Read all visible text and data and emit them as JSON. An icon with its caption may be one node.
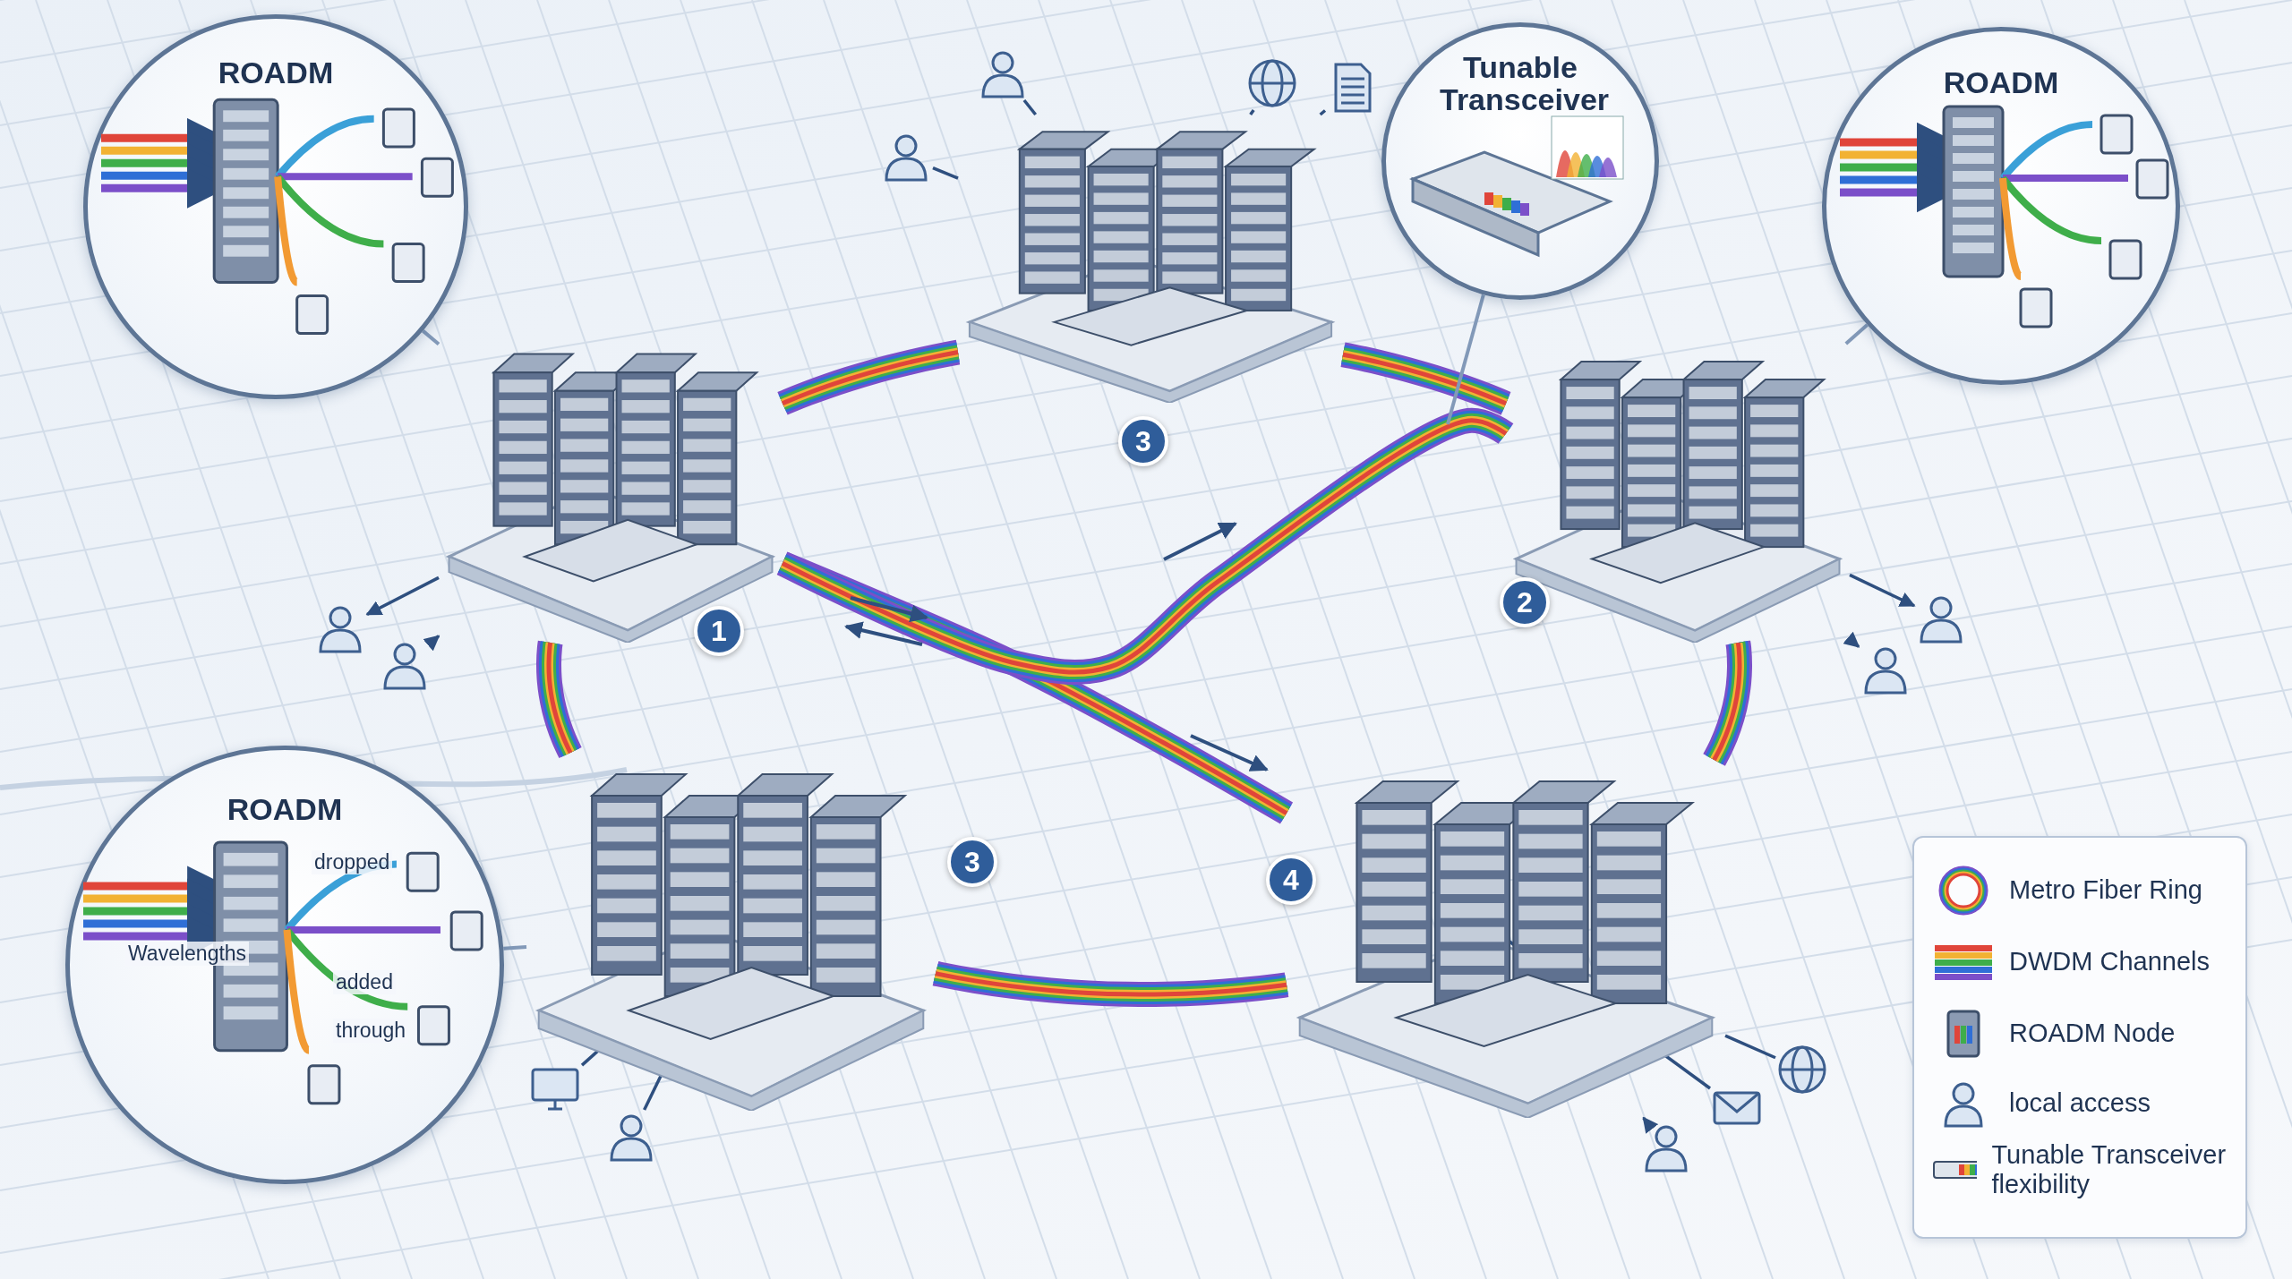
{
  "diagram": {
    "nodes": [
      {
        "text": [
          "ROADM"
        ]
      },
      {
        "text": [
          "Tunable Transceiver"
        ]
      },
      {
        "text": [
          "ROADM"
        ]
      },
      {
        "text": [
          "ROADM"
        ]
      },
      {
        "text": [],
        "shape": "picture"
      },
      {
        "text": [],
        "shape": "picture"
      },
      {
        "text": [],
        "shape": "picture"
      },
      {
        "text": [],
        "shape": "picture"
      },
      {
        "text": [],
        "shape": "picture"
      },
      {
        "text": [
          "3"
        ]
      },
      {
        "text": [
          "1"
        ]
      },
      {
        "text": [
          "2"
        ]
      },
      {
        "text": [
          "3"
        ]
      },
      {
        "text": [
          "4"
        ]
      },
      {
        "text": [],
        "shape": "person"
      },
      {
        "text": [],
        "shape": "person"
      },
      {
        "text": [],
        "shape": "globe"
      },
      {
        "text": [],
        "shape": "document"
      },
      {
        "text": [],
        "shape": "person"
      },
      {
        "text": [],
        "shape": "person"
      },
      {
        "text": [],
        "shape": "person"
      },
      {
        "text": [],
        "shape": "person"
      },
      {
        "text": [],
        "shape": "monitor"
      },
      {
        "text": [],
        "shape": "person"
      },
      {
        "text": [],
        "shape": "person"
      },
      {
        "text": [],
        "shape": "envelope"
      },
      {
        "text": [],
        "shape": "globe"
      }
    ],
    "edges": [
      {
        "from": 4,
        "to": 5,
        "arrow": "none",
        "style": "thick",
        "color": "#7b4fc9"
      },
      {
        "from": 5,
        "to": 7,
        "arrow": "none",
        "style": "thick",
        "color": "#7b4fc9"
      },
      {
        "from": 7,
        "to": 8,
        "arrow": "none",
        "style": "thick",
        "color": "#7b4fc9"
      },
      {
        "from": 8,
        "to": 6,
        "arrow": "none",
        "style": "thick",
        "color": "#7b4fc9"
      },
      {
        "from": 6,
        "to": 4,
        "arrow": "none",
        "style": "thick",
        "color": "#7b4fc9"
      },
      {
        "from": 5,
        "to": 8,
        "arrow": "none",
        "style": "thick",
        "color": "#7b4fc9"
      },
      {
        "from": 5,
        "to": 6,
        "arrow": "none",
        "style": "thick",
        "color": "#7b4fc9"
      },
      {
        "from": 0,
        "to": 5,
        "arrow": "none"
      },
      {
        "from": 1,
        "to": null,
        "arrow": "none"
      },
      {
        "from": 2,
        "to": 6,
        "arrow": "none"
      },
      {
        "from": 3,
        "to": 7,
        "arrow": "none"
      },
      {
        "from": 14,
        "to": 4,
        "arrow": "none"
      },
      {
        "from": 15,
        "to": 4,
        "arrow": "none"
      },
      {
        "from": 16,
        "to": 4,
        "arrow": "none"
      },
      {
        "from": 17,
        "to": 4,
        "arrow": "none"
      },
      {
        "from": 5,
        "to": 18,
        "arrow": "to"
      },
      {
        "from": 19,
        "to": 5,
        "arrow": "to"
      },
      {
        "from": 6,
        "to": 20,
        "arrow": "to"
      },
      {
        "from": 6,
        "to": 21,
        "arrow": "to"
      },
      {
        "from": 22,
        "to": 7,
        "arrow": "to"
      },
      {
        "from": 23,
        "to": 7,
        "arrow": "to"
      },
      {
        "from": 24,
        "to": 8,
        "arrow": "to"
      },
      {
        "from": 25,
        "to": 8,
        "arrow": "none"
      },
      {
        "from": 26,
        "to": 8,
        "arrow": "none"
      }
    ],
    "labels": [
      "dropped",
      "Wavelengths",
      "added",
      "through"
    ],
    "legend": [
      {
        "text": "Metro Fiber Ring"
      },
      {
        "text": "DWDM Channels"
      },
      {
        "text": "ROADM Node"
      },
      {
        "text": "local access"
      },
      {
        "text": "Tunable Transceiver flexibility"
      }
    ]
  }
}
